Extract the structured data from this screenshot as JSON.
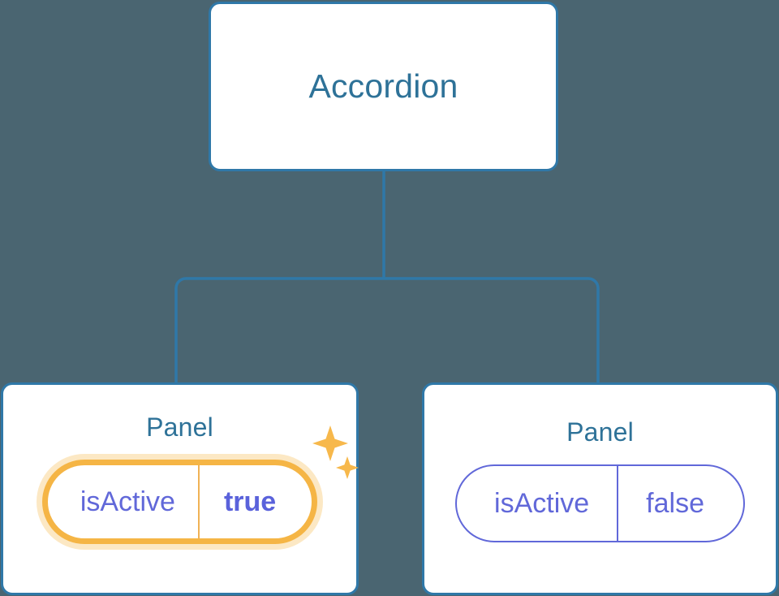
{
  "diagram": {
    "type": "component-tree",
    "background_color": "#4a6571",
    "node_border_color": "#2f78a8",
    "node_title_color": "#2e7298",
    "edge_color": "#2f78a8",
    "prop_text_color": "#6168d9",
    "highlight_color": "#f5b545",
    "highlight_glow_color": "#fbdca8",
    "nodes": [
      {
        "id": "root",
        "title": "Accordion",
        "props": []
      },
      {
        "id": "panel-left",
        "title": "Panel",
        "highlighted": true,
        "props": [
          {
            "key": "isActive",
            "value": "true"
          }
        ],
        "decoration": "sparkles-icon"
      },
      {
        "id": "panel-right",
        "title": "Panel",
        "highlighted": false,
        "props": [
          {
            "key": "isActive",
            "value": "false"
          }
        ]
      }
    ],
    "edges": [
      {
        "from": "root",
        "to": "panel-left"
      },
      {
        "from": "root",
        "to": "panel-right"
      }
    ]
  }
}
